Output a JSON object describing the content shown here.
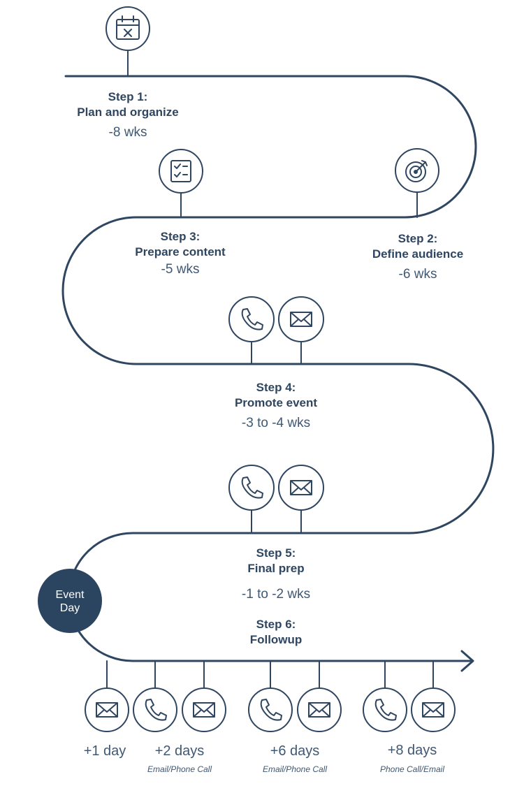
{
  "colors": {
    "line": "#2f4661",
    "icon": "#2f4661",
    "event_fill": "#2b4561",
    "text": "#2f4661"
  },
  "steps": [
    {
      "title": "Step 1:",
      "name": "Plan and organize",
      "time": "-8 wks",
      "icon": "calendar-icon"
    },
    {
      "title": "Step 2:",
      "name": "Define audience",
      "time": "-6 wks",
      "icon": "target-icon"
    },
    {
      "title": "Step 3:",
      "name": "Prepare content",
      "time": "-5 wks",
      "icon": "checklist-icon"
    },
    {
      "title": "Step 4:",
      "name": "Promote event",
      "time": "-3 to -4 wks",
      "icon": "phone-icon, email-icon"
    },
    {
      "title": "Step 5:",
      "name": "Final prep",
      "time": "-1 to -2 wks",
      "icon": "phone-icon, email-icon"
    },
    {
      "title": "Step 6:",
      "name": "Followup"
    }
  ],
  "event": {
    "line1": "Event",
    "line2": "Day"
  },
  "followups": [
    {
      "time": "+1 day",
      "sub": ""
    },
    {
      "time": "+2 days",
      "sub": "Email/Phone Call"
    },
    {
      "time": "+6 days",
      "sub": "Email/Phone Call"
    },
    {
      "time": "+8 days",
      "sub": "Phone Call/Email"
    }
  ]
}
